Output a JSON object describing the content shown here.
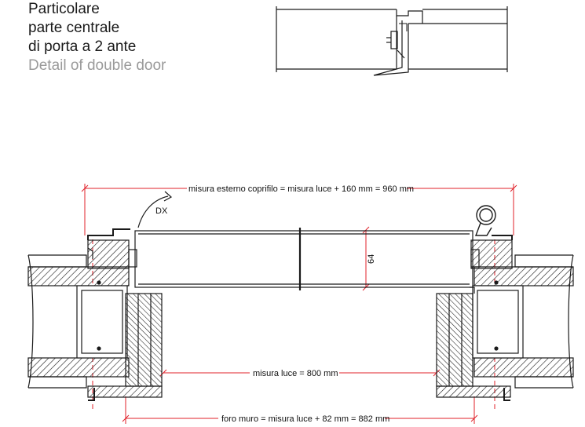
{
  "title": {
    "lines": [
      "Particolare",
      "parte centrale",
      "di porta a 2 ante"
    ],
    "subtitle": "Detail of double door"
  },
  "labels": {
    "outer_dim": "misura esterno coprifilo = misura luce + 160 mm = 960 mm",
    "direction": "DX",
    "thickness": "64",
    "clear_dim": "misura luce = 800 mm",
    "wall_dim": "foro muro = misura luce + 82 mm = 882 mm"
  },
  "colors": {
    "line": "#1a1a1a",
    "dimension": "#e0202a",
    "subtitle": "#9a9a9a"
  }
}
